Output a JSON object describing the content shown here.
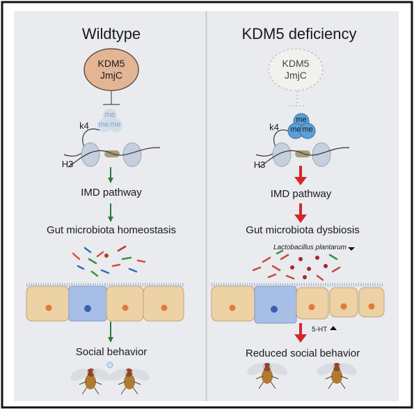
{
  "left_panel": {
    "title": "Wildtype",
    "enzyme_line1": "KDM5",
    "enzyme_line2": "JmjC",
    "k4_label": "k4",
    "h3_label": "H3",
    "me_labels": [
      "me",
      "me",
      "me"
    ],
    "step1": "IMD pathway",
    "step2": "Gut microbiota homeostasis",
    "step3": "Social behavior"
  },
  "right_panel": {
    "title": "KDM5 deficiency",
    "enzyme_line1": "KDM5",
    "enzyme_line2": "JmjC",
    "k4_label": "k4",
    "h3_label": "H3",
    "me_labels": [
      "me",
      "me",
      "me"
    ],
    "step1": "IMD pathway",
    "step2": "Gut microbiota dysbiosis",
    "bacteria_label": "Lactobacillus plantarum",
    "serotonin_label": "5-HT",
    "step3": "Reduced social behavior"
  },
  "colors": {
    "panel_bg": "#e9ebee",
    "enzyme_fill": "#e3b594",
    "green_arrow": "#2e7a3e",
    "red_arrow": "#d6262a",
    "nucleosome": "#c5cfdd",
    "methyl_blue": "#5b9fd6",
    "cell_tan": "#ecd2a4",
    "cell_blue": "#a7bfe6"
  }
}
